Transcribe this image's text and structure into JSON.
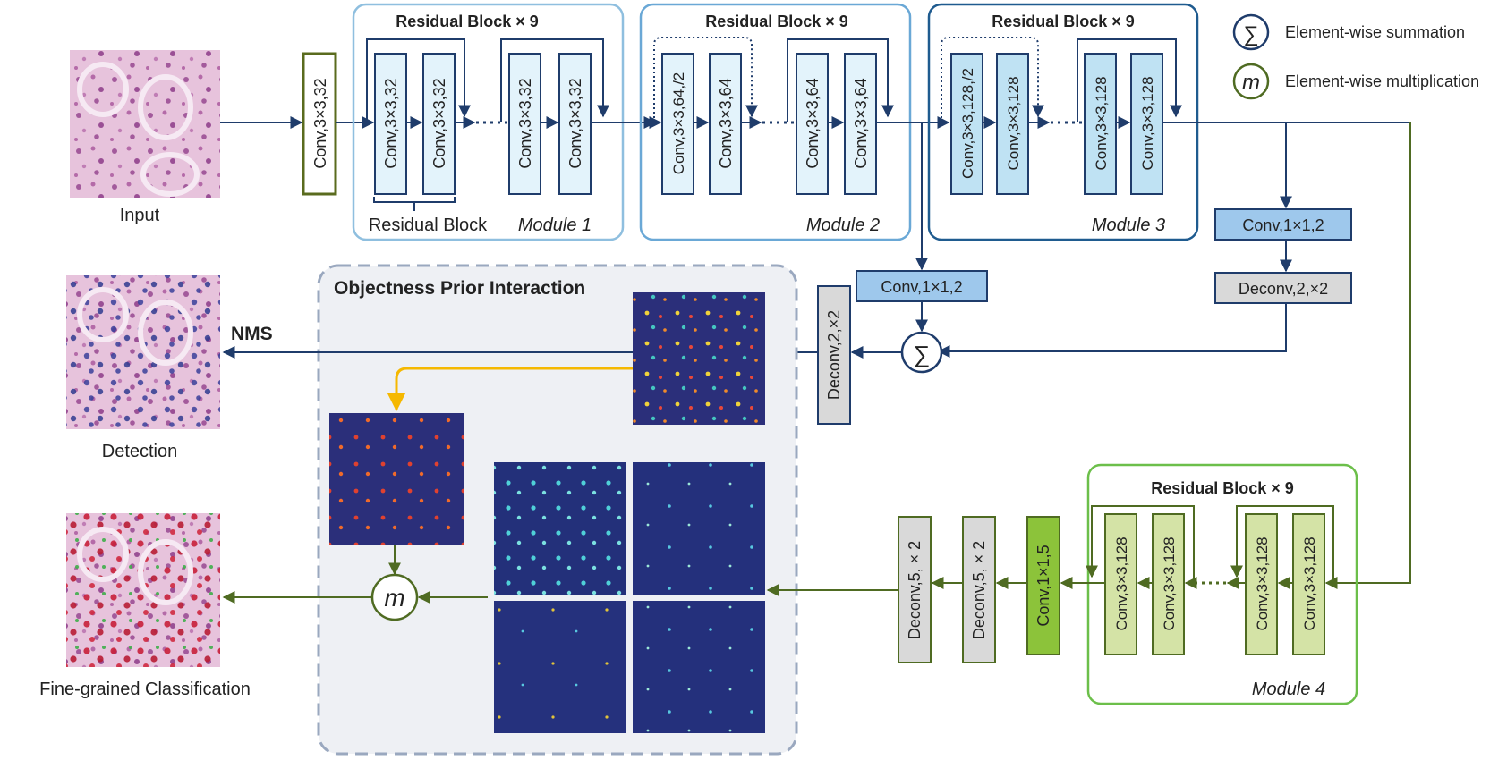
{
  "colors": {
    "module1_frame": "#8fbfdf",
    "module2_frame": "#6aa8d6",
    "module3_frame": "#1f5b8f",
    "module4_frame": "#6cbf4a",
    "blue_arrow": "#1f3c6b",
    "green_arrow": "#4f6b22",
    "orange_arrow": "#f5b800",
    "conv_light_fill": "#e3f3fb",
    "conv_mid_fill": "#bfe2f3",
    "conv_dark_fill": "#a6d3ee",
    "conv_1x1_fill": "#9ec8ec",
    "deconv_fill": "#d9d9d9",
    "green_conv_fill": "#d4e3a6",
    "green_conv_dark_fill": "#8cc33a",
    "input_frame": "#5a6b1e",
    "prior_panel_fill": "#eef0f4",
    "prior_panel_border": "#9aa8bf"
  },
  "labels": {
    "input": "Input",
    "detection": "Detection",
    "classification": "Fine-grained Classification",
    "nms": "NMS",
    "residual_block": "Residual Block",
    "residual_block_x9": "Residual Block × 9",
    "prior_title": "Objectness Prior Interaction",
    "legend_sum": "Element-wise summation",
    "legend_mul": "Element-wise multiplication",
    "sum_symbol": "∑",
    "mul_symbol": "m"
  },
  "modules": [
    {
      "name": "Module 1",
      "title": "Residual Block × 9"
    },
    {
      "name": "Module 2",
      "title": "Residual Block × 9"
    },
    {
      "name": "Module 3",
      "title": "Residual Block × 9"
    },
    {
      "name": "Module 4",
      "title": "Residual Block × 9"
    }
  ],
  "layers": {
    "conv_input": "Conv,3×3,32",
    "m1": [
      "Conv,3×3,32",
      "Conv,3×3,32",
      "Conv,3×3,32",
      "Conv,3×3,32"
    ],
    "m2": [
      "Conv,3×3,64,/2",
      "Conv,3×3,64",
      "Conv,3×3,64",
      "Conv,3×3,64"
    ],
    "m3": [
      "Conv,3×3,128,/2",
      "Conv,3×3,128",
      "Conv,3×3,128",
      "Conv,3×3,128"
    ],
    "m4": [
      "Conv,3×3,128",
      "Conv,3×3,128",
      "Conv,3×3,128",
      "Conv,3×3,128"
    ],
    "conv_1x1_2_a": "Conv,1×1,2",
    "conv_1x1_2_b": "Conv,1×1,2",
    "deconv_2_a": "Deconv,2,×2",
    "deconv_2_b": "Deconv,2,×2",
    "conv_1x1_5": "Conv,1×1,5",
    "deconv_5_a": "Deconv,5, × 2",
    "deconv_5_b": "Deconv,5, × 2"
  }
}
